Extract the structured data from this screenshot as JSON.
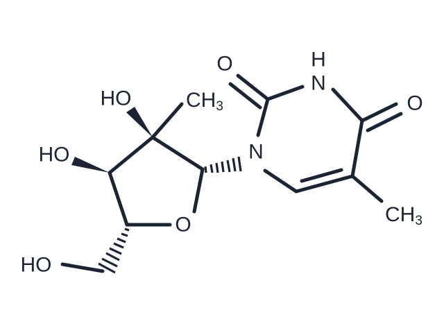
{
  "molecule": {
    "atoms": {
      "carbonyl_o_top": "O",
      "ring_nh": "H",
      "ring_n3_label": "N",
      "carbonyl_o_right": "O",
      "ring_n1": "N",
      "methyl_ribose_c": "CH",
      "methyl_ribose_sub": "3",
      "hydroxyl_top": "HO",
      "hydroxyl_mid": "HO",
      "ring_o": "O",
      "methyl_base_c": "CH",
      "methyl_base_sub": "3",
      "hydroxyl_ch2": "HO"
    },
    "colors": {
      "ink": "#1c2433",
      "background": "#ffffff"
    }
  }
}
